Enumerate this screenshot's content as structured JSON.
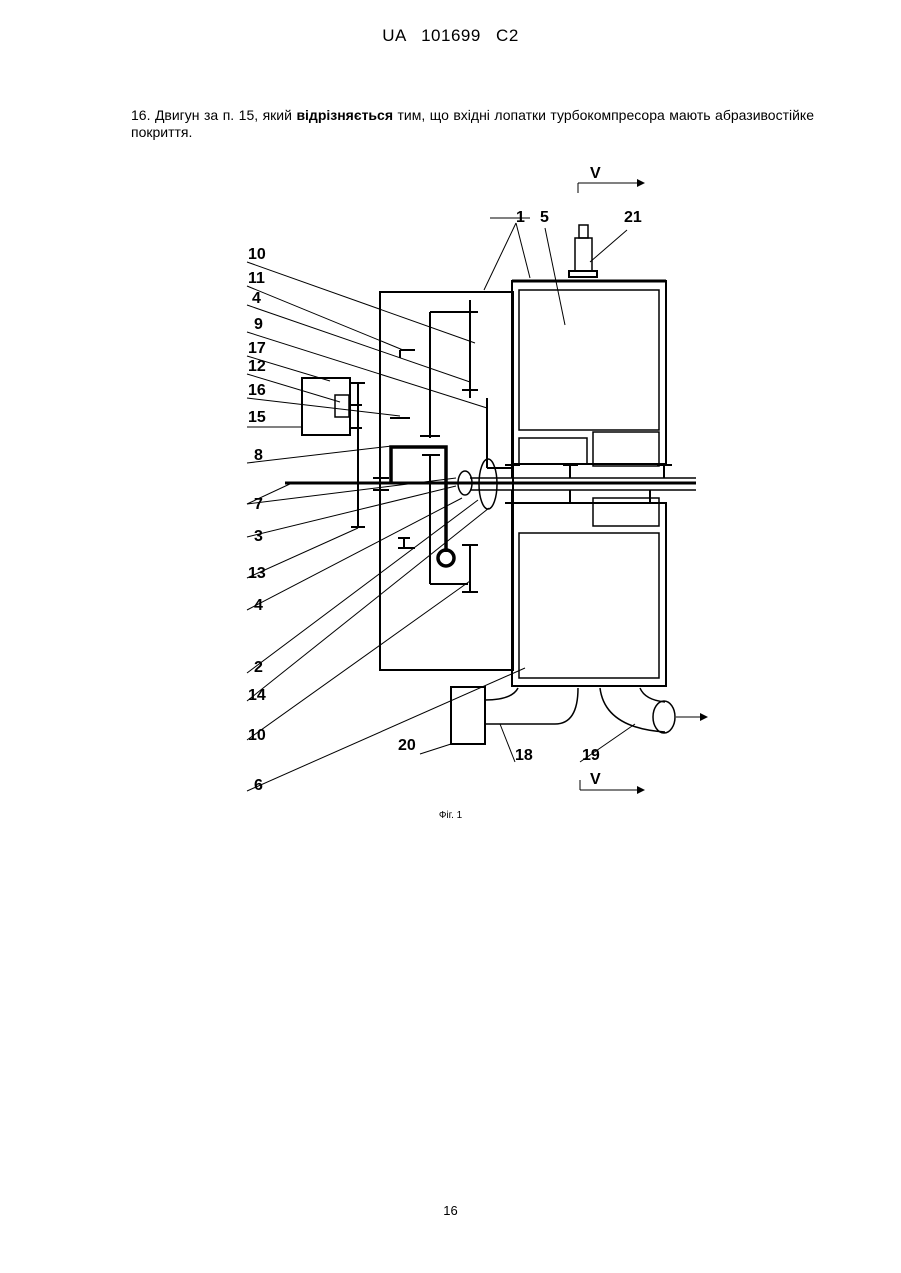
{
  "header": {
    "patent_number": "UA   101699   C2"
  },
  "claim": {
    "part1": "16. Двигун за п. 15, який ",
    "emphasis": "відрізняється",
    "part2": " тим, що вхідні лопатки турбокомпресора мають абразивостійке покриття."
  },
  "figure": {
    "caption": "Фіг. 1",
    "direction_label": "V",
    "labels": {
      "l1": "1",
      "l5": "5",
      "l21": "21",
      "l10a": "10",
      "l11": "11",
      "l4a": "4",
      "l9": "9",
      "l17": "17",
      "l12": "12",
      "l16": "16",
      "l15": "15",
      "l8": "8",
      "l7": "7",
      "l3": "3",
      "l13": "13",
      "l4b": "4",
      "l2": "2",
      "l14": "14",
      "l10b": "10",
      "l6": "6",
      "l20": "20",
      "l18": "18",
      "l19": "19"
    }
  },
  "page_number": "16"
}
